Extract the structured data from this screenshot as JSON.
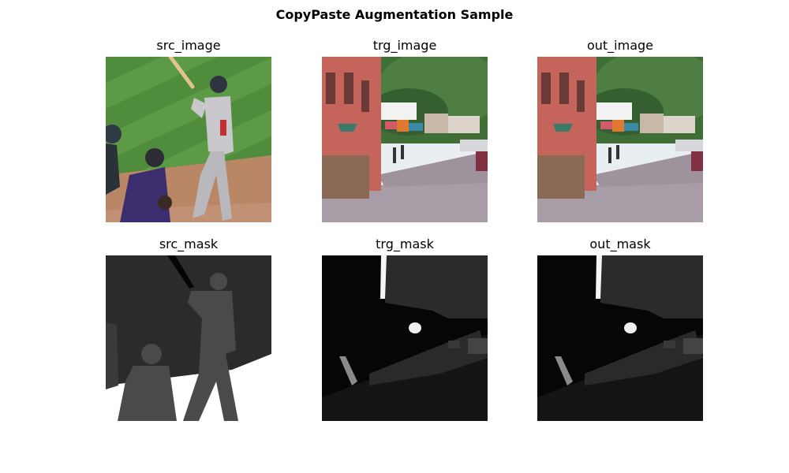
{
  "figure": {
    "title": "CopyPaste Augmentation Sample"
  },
  "panels": [
    {
      "title": "src_image",
      "kind": "photo",
      "subject": "baseball batter with catcher on field"
    },
    {
      "title": "trg_image",
      "kind": "photo",
      "subject": "town street with brick buildings and trees"
    },
    {
      "title": "out_image",
      "kind": "photo",
      "subject": "town street with brick buildings and trees"
    },
    {
      "title": "src_mask",
      "kind": "segmentation-mask"
    },
    {
      "title": "trg_mask",
      "kind": "segmentation-mask"
    },
    {
      "title": "out_mask",
      "kind": "segmentation-mask"
    }
  ],
  "colors": {
    "grass": "#4e8a3a",
    "dirt": "#b98666",
    "brick": "#c5645a",
    "sky": "#e8eef2",
    "road": "#a89ca6",
    "mask_dark": "#060606",
    "mask_mid": "#2b2b2b",
    "mask_gray": "#4a4a4a"
  }
}
